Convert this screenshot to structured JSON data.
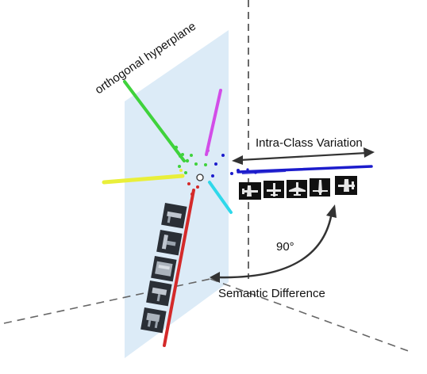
{
  "labels": {
    "hyperplane": "orthogonal hyperplane",
    "intra_class": "Intra-Class Variation",
    "angle": "90°",
    "semantic": "Semantic Difference"
  },
  "colors": {
    "plane": "#dcebf7",
    "green": "#3fd23c",
    "magenta": "#d24de8",
    "yellow": "#e9ef3a",
    "blue": "#1c1ccc",
    "cyan": "#2fd8ea",
    "red": "#d42a2a",
    "arrow": "#333333",
    "axis": "#444444"
  },
  "icons": {
    "airplanes": [
      "airplane-top-icon",
      "airplane-top-icon",
      "airplane-top-icon",
      "airplane-front-icon",
      "airplane-top-icon"
    ],
    "side_objects": [
      "object-icon",
      "object-icon",
      "object-icon",
      "object-icon",
      "object-icon",
      "object-icon"
    ]
  }
}
